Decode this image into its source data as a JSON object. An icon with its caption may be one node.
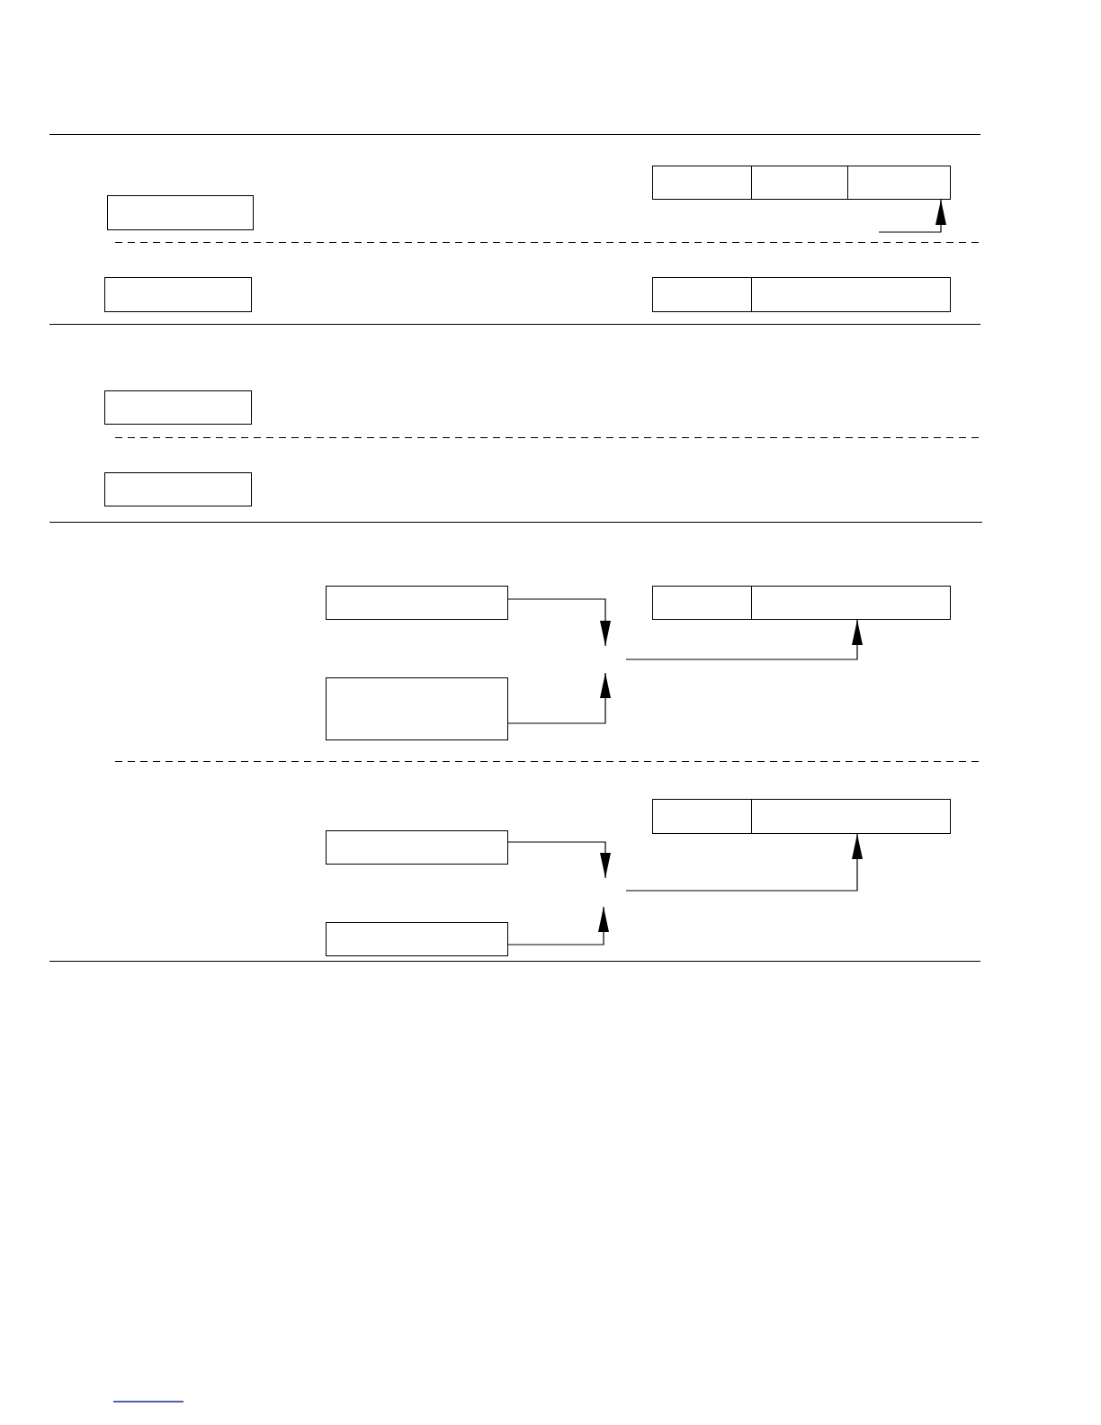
{
  "diagram": {
    "nodes": [
      {
        "text": [],
        "shape": "box"
      },
      {
        "text": [],
        "shape": "box"
      },
      {
        "text": [],
        "shape": "box"
      },
      {
        "text": [],
        "shape": "box"
      },
      {
        "text": [],
        "shape": "box"
      },
      {
        "text": [],
        "shape": "box"
      },
      {
        "text": [],
        "shape": "box"
      },
      {
        "text": [],
        "shape": "box"
      },
      {
        "text": [],
        "shape": "box"
      },
      {
        "text": [],
        "shape": "box"
      },
      {
        "text": [],
        "shape": "box"
      },
      {
        "text": [],
        "shape": "box"
      },
      {
        "text": [],
        "shape": "box"
      },
      {
        "text": [],
        "shape": "box"
      },
      {
        "text": [],
        "shape": "box"
      },
      {
        "text": [],
        "shape": "box"
      },
      {
        "text": [],
        "shape": "box"
      }
    ],
    "edges": [
      {
        "from": null,
        "to": 3,
        "arrow": "to"
      },
      {
        "from": 9,
        "to": null,
        "arrow": "to"
      },
      {
        "from": 12,
        "to": null,
        "arrow": "to"
      },
      {
        "from": null,
        "to": 11,
        "arrow": "to"
      },
      {
        "from": 15,
        "to": null,
        "arrow": "to"
      },
      {
        "from": 16,
        "to": null,
        "arrow": "to"
      },
      {
        "from": null,
        "to": 14,
        "arrow": "to"
      }
    ]
  }
}
